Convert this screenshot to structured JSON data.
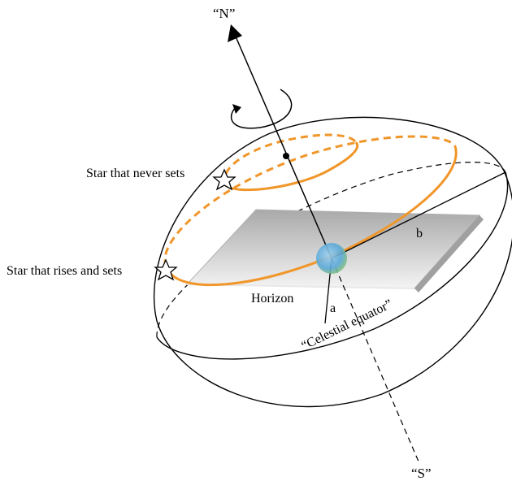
{
  "labels": {
    "north": "“N”",
    "south": "“S”",
    "never_sets": "Star that never sets",
    "rises_sets": "Star that rises and sets",
    "horizon": "Horizon",
    "equator": "“Celestial  equator”",
    "angle_a": "a",
    "angle_b": "b"
  },
  "colors": {
    "star_path": "#f0962a",
    "outline": "#000000",
    "horizon_plane": "#c8c8c8",
    "earth_blue": "#5aa8d8",
    "earth_green": "#8cc860"
  }
}
